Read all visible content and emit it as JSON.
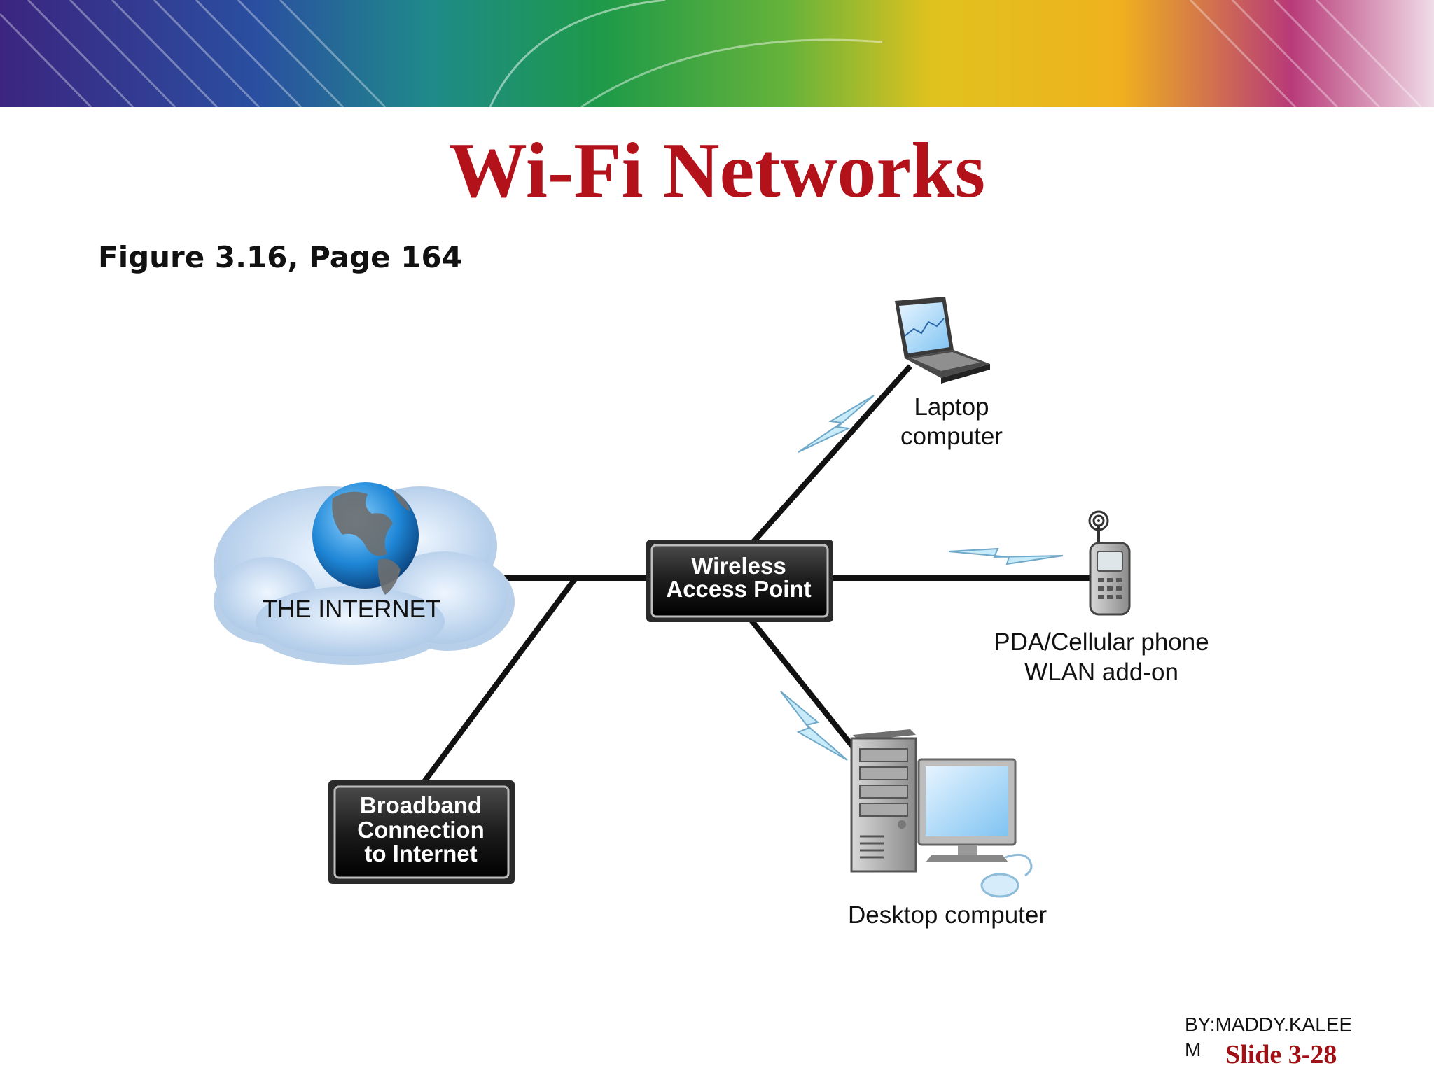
{
  "slide": {
    "title": "Wi-Fi Networks",
    "figure_ref": "Figure 3.16, Page 164",
    "author": "BY:MADDY.KALEEM",
    "slide_number": "Slide 3-28"
  },
  "diagram": {
    "internet_label": "THE INTERNET",
    "access_point": {
      "line1": "Wireless",
      "line2": "Access Point"
    },
    "broadband": {
      "line1": "Broadband",
      "line2": "Connection",
      "line3": "to Internet"
    },
    "laptop": {
      "line1": "Laptop",
      "line2": "computer"
    },
    "phone": {
      "line1": "PDA/Cellular phone",
      "line2": "WLAN add-on"
    },
    "desktop": {
      "line1": "Desktop computer"
    }
  },
  "colors": {
    "title": "#b3121b",
    "slide_number": "#a01014",
    "box": "#1a1a1a",
    "lightning": "#9ed4ee"
  }
}
